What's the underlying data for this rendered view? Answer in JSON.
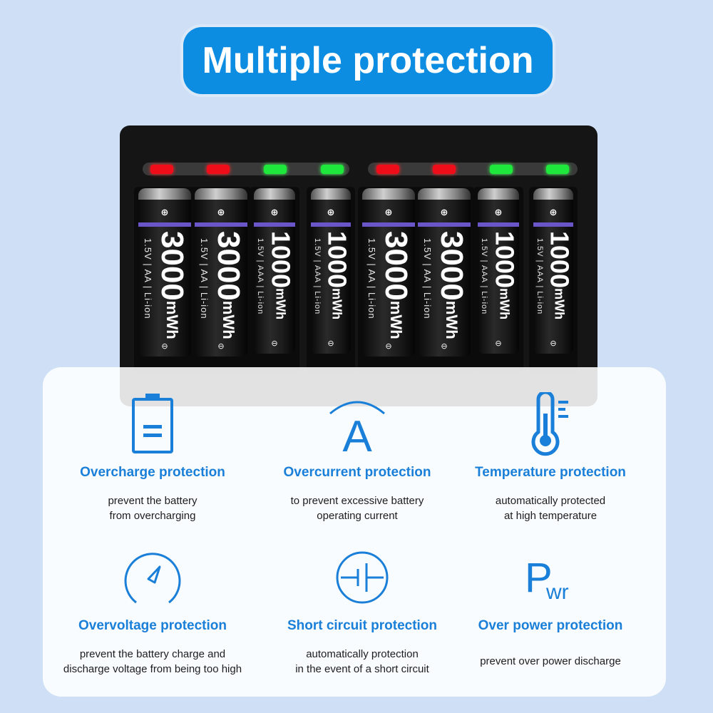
{
  "title": "Multiple protection",
  "colors": {
    "accent": "#0d8de2",
    "feature_title": "#1a7fd8",
    "led_red": "#f00d1a",
    "led_green": "#1ee83c"
  },
  "leds": [
    "red",
    "red",
    "green",
    "green",
    "red",
    "red",
    "green",
    "green"
  ],
  "batteries": [
    {
      "capacity": "3000",
      "unit": "mWh",
      "spec": "1.5V | AA | Li-ion",
      "size": "AA"
    },
    {
      "capacity": "3000",
      "unit": "mWh",
      "spec": "1.5V | AA | Li-ion",
      "size": "AA"
    },
    {
      "capacity": "1000",
      "unit": "mWh",
      "spec": "1.5V | AAA | Li-ion",
      "size": "AAA"
    },
    {
      "capacity": "1000",
      "unit": "mWh",
      "spec": "1.5V | AAA | Li-ion",
      "size": "AAA"
    },
    {
      "capacity": "3000",
      "unit": "mWh",
      "spec": "1.5V | AA | Li-ion",
      "size": "AA"
    },
    {
      "capacity": "3000",
      "unit": "mWh",
      "spec": "1.5V | AA | Li-ion",
      "size": "AA"
    },
    {
      "capacity": "1000",
      "unit": "mWh",
      "spec": "1.5V | AAA | Li-ion",
      "size": "AAA"
    },
    {
      "capacity": "1000",
      "unit": "mWh",
      "spec": "1.5V | AAA | Li-ion",
      "size": "AAA"
    }
  ],
  "features": [
    {
      "icon": "battery-icon",
      "title": "Overcharge protection",
      "desc": [
        "prevent the battery",
        "from overcharging"
      ]
    },
    {
      "icon": "current-icon",
      "title": "Overcurrent protection",
      "desc": [
        "to prevent excessive battery",
        "operating current"
      ]
    },
    {
      "icon": "thermometer-icon",
      "title": "Temperature protection",
      "desc": [
        "automatically protected",
        "at high temperature"
      ]
    },
    {
      "icon": "gauge-icon",
      "title": "Overvoltage protection",
      "desc": [
        "prevent the battery charge and",
        "discharge voltage from being too high"
      ]
    },
    {
      "icon": "short-circuit-icon",
      "title": "Short circuit protection",
      "desc": [
        "automatically protection",
        "in the event of a short circuit"
      ]
    },
    {
      "icon": "power-icon",
      "title": "Over power protection",
      "desc": [
        "prevent over power discharge"
      ]
    }
  ],
  "icon_text": {
    "current_letter": "A",
    "power_big": "P",
    "power_small": "wr"
  }
}
